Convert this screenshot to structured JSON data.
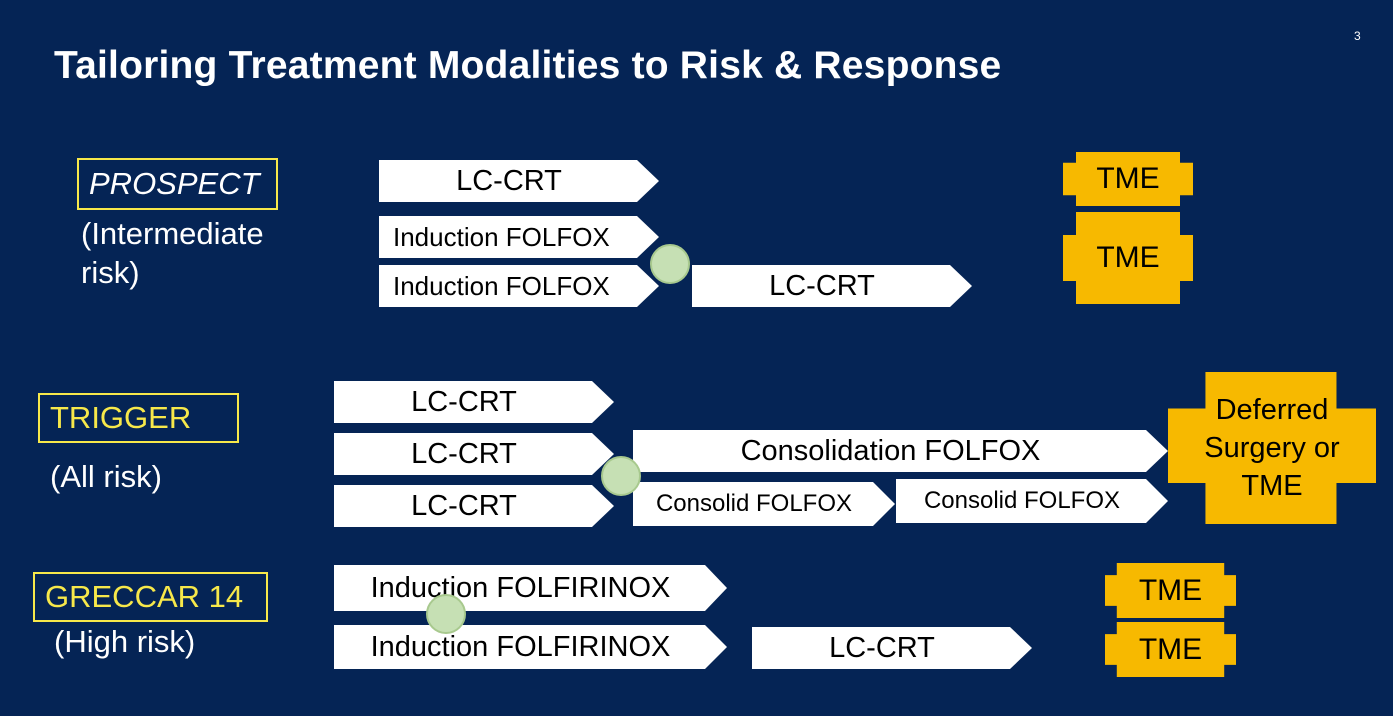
{
  "slide": {
    "title": "Tailoring Treatment Modalities to Risk & Response",
    "number": "3"
  },
  "trials": {
    "prospect": {
      "name": "PROSPECT",
      "risk_line1": "(Intermediate",
      "risk_line2": "risk)"
    },
    "trigger": {
      "name": "TRIGGER",
      "risk": "(All risk)"
    },
    "greccar": {
      "name": "GRECCAR 14",
      "risk": "(High risk)"
    }
  },
  "prospect_steps": {
    "row1_a": "LC-CRT",
    "row2_a": "Induction  FOLFOX",
    "row3_a": "Induction  FOLFOX",
    "row3_b": "LC-CRT",
    "surgery_1": "TME",
    "surgery_2": "TME"
  },
  "trigger_steps": {
    "row1_a": "LC-CRT",
    "row2_a": "LC-CRT",
    "row2_b": "Consolidation  FOLFOX",
    "row3_a": "LC-CRT",
    "row3_b": "Consolid  FOLFOX",
    "row3_c": "Consolid  FOLFOX",
    "outcome_line1": "Deferred",
    "outcome_line2": "Surgery or",
    "outcome_line3": "TME"
  },
  "greccar_steps": {
    "row1_a": "Induction FOLFIRINOX",
    "row2_a": "Induction FOLFIRINOX",
    "row2_b": "LC-CRT",
    "surgery_1": "TME",
    "surgery_2": "TME"
  },
  "colors": {
    "background": "#052455",
    "label_yellow": "#f7e84a",
    "surgery_gold": "#f7b900",
    "decision_dot": "#c6e0b4",
    "arrow_fill": "#ffffff"
  }
}
